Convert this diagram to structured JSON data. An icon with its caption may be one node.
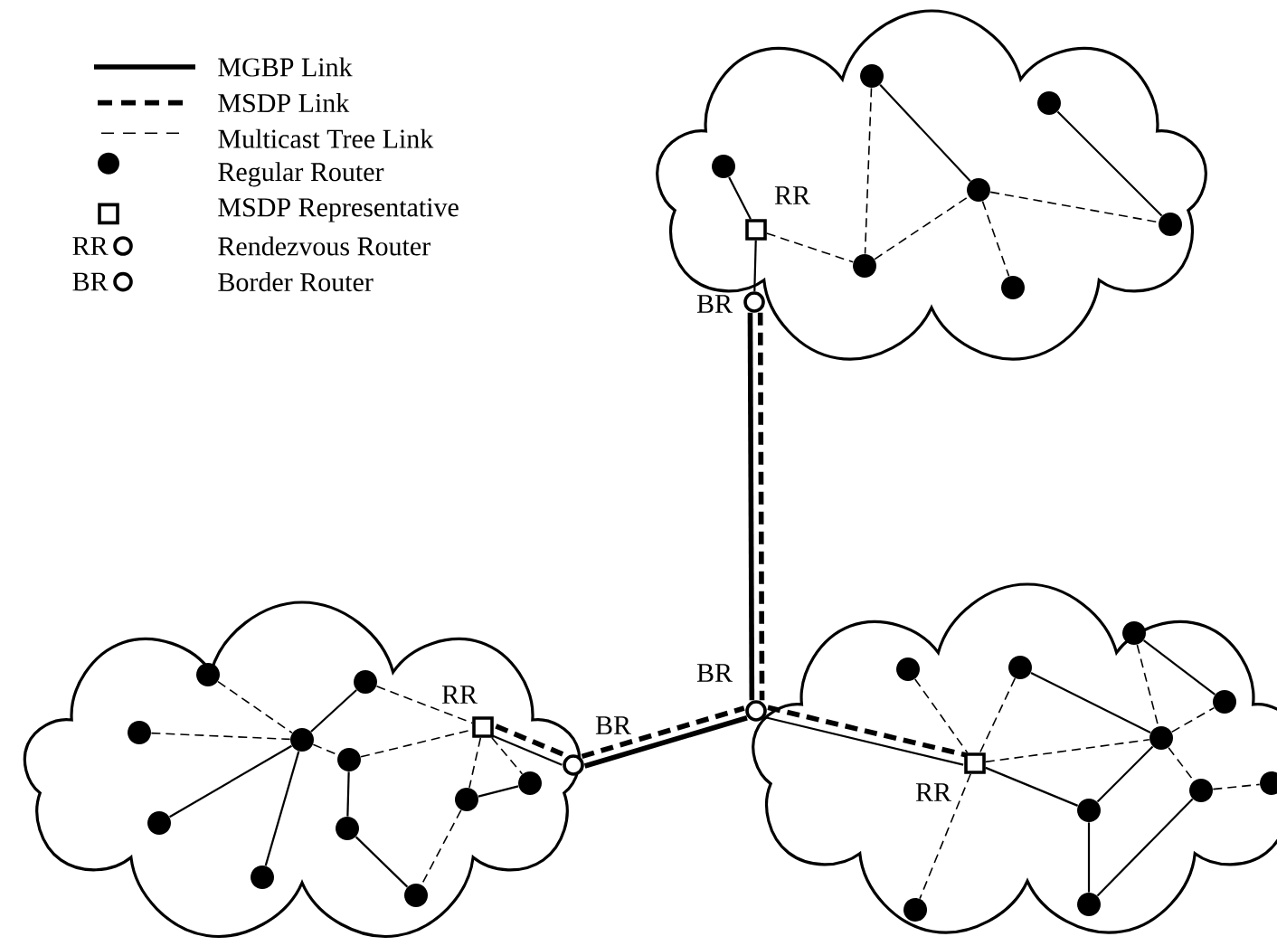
{
  "diagram": {
    "nodes": [
      {
        "text": [],
        "shape": "cloud"
      },
      {
        "text": [],
        "shape": "circle",
        "in": 0
      },
      {
        "text": [],
        "shape": "box",
        "in": 0,
        "beside": [
          "RR"
        ]
      },
      {
        "text": [],
        "shape": "circle",
        "in": 0
      },
      {
        "text": [],
        "shape": "circle",
        "in": 0
      },
      {
        "text": [],
        "shape": "circle",
        "in": 0
      },
      {
        "text": [],
        "shape": "circle",
        "in": 0
      },
      {
        "text": [],
        "shape": "circle",
        "in": 0
      },
      {
        "text": [],
        "shape": "circle",
        "in": 0
      },
      {
        "text": [],
        "shape": "ring",
        "beside": [
          "BR"
        ]
      },
      {
        "text": [],
        "shape": "cloud"
      },
      {
        "text": [],
        "shape": "circle",
        "in": 10
      },
      {
        "text": [],
        "shape": "circle",
        "in": 10
      },
      {
        "text": [],
        "shape": "circle",
        "in": 10
      },
      {
        "text": [],
        "shape": "circle",
        "in": 10
      },
      {
        "text": [],
        "shape": "box",
        "in": 10,
        "beside": [
          "RR"
        ]
      },
      {
        "text": [],
        "shape": "circle",
        "in": 10
      },
      {
        "text": [],
        "shape": "circle",
        "in": 10
      },
      {
        "text": [],
        "shape": "circle",
        "in": 10
      },
      {
        "text": [],
        "shape": "circle",
        "in": 10
      },
      {
        "text": [],
        "shape": "circle",
        "in": 10
      },
      {
        "text": [],
        "shape": "circle",
        "in": 10
      },
      {
        "text": [],
        "shape": "circle",
        "in": 10
      },
      {
        "text": [],
        "shape": "ring",
        "beside": [
          "BR"
        ]
      },
      {
        "text": [],
        "shape": "ring",
        "beside": [
          "BR"
        ]
      },
      {
        "text": [],
        "shape": "cloud"
      },
      {
        "text": [],
        "shape": "circle",
        "in": 25
      },
      {
        "text": [],
        "shape": "circle",
        "in": 25
      },
      {
        "text": [],
        "shape": "circle",
        "in": 25
      },
      {
        "text": [],
        "shape": "circle",
        "in": 25
      },
      {
        "text": [],
        "shape": "circle",
        "in": 25
      },
      {
        "text": [],
        "shape": "box",
        "in": 25,
        "beside": [
          "RR"
        ]
      },
      {
        "text": [],
        "shape": "circle",
        "in": 25
      },
      {
        "text": [],
        "shape": "circle",
        "in": 25
      },
      {
        "text": [],
        "shape": "circle",
        "in": 25
      },
      {
        "text": [],
        "shape": "circle",
        "in": 25
      },
      {
        "text": [],
        "shape": "circle",
        "in": 25
      }
    ],
    "edges": [
      {
        "from": 1,
        "to": 2,
        "arrow": "none"
      },
      {
        "from": 2,
        "to": 9,
        "arrow": "none"
      },
      {
        "from": 2,
        "to": 6,
        "arrow": "none",
        "style": "dashed"
      },
      {
        "from": 3,
        "to": 6,
        "arrow": "none",
        "style": "dashed"
      },
      {
        "from": 3,
        "to": 5,
        "arrow": "none"
      },
      {
        "from": 6,
        "to": 5,
        "arrow": "none",
        "style": "dashed"
      },
      {
        "from": 5,
        "to": 7,
        "arrow": "none",
        "style": "dashed"
      },
      {
        "from": 5,
        "to": 8,
        "arrow": "none",
        "style": "dashed"
      },
      {
        "from": 4,
        "to": 8,
        "arrow": "none"
      },
      {
        "from": 9,
        "to": 24,
        "arrow": "none",
        "style": "thick"
      },
      {
        "from": 9,
        "to": 24,
        "arrow": "none",
        "style": "dashed"
      },
      {
        "from": 23,
        "to": 24,
        "arrow": "none",
        "style": "thick"
      },
      {
        "from": 23,
        "to": 24,
        "arrow": "none",
        "style": "dashed"
      },
      {
        "from": 11,
        "to": 14,
        "arrow": "none",
        "style": "dashed"
      },
      {
        "from": 13,
        "to": 14,
        "arrow": "none",
        "style": "dashed"
      },
      {
        "from": 14,
        "to": 12,
        "arrow": "none"
      },
      {
        "from": 14,
        "to": 19,
        "arrow": "none"
      },
      {
        "from": 14,
        "to": 21,
        "arrow": "none"
      },
      {
        "from": 14,
        "to": 16,
        "arrow": "none",
        "style": "dashed"
      },
      {
        "from": 12,
        "to": 15,
        "arrow": "none",
        "style": "dashed"
      },
      {
        "from": 16,
        "to": 15,
        "arrow": "none",
        "style": "dashed"
      },
      {
        "from": 16,
        "to": 20,
        "arrow": "none"
      },
      {
        "from": 20,
        "to": 22,
        "arrow": "none"
      },
      {
        "from": 15,
        "to": 18,
        "arrow": "none",
        "style": "dashed"
      },
      {
        "from": 18,
        "to": 22,
        "arrow": "none",
        "style": "dashed"
      },
      {
        "from": 15,
        "to": 17,
        "arrow": "none",
        "style": "dashed"
      },
      {
        "from": 18,
        "to": 17,
        "arrow": "none"
      },
      {
        "from": 15,
        "to": 23,
        "arrow": "none"
      },
      {
        "from": 15,
        "to": 23,
        "arrow": "none",
        "style": "dashed"
      },
      {
        "from": 24,
        "to": 31,
        "arrow": "none"
      },
      {
        "from": 24,
        "to": 31,
        "arrow": "none",
        "style": "dashed"
      },
      {
        "from": 28,
        "to": 31,
        "arrow": "none",
        "style": "dashed"
      },
      {
        "from": 27,
        "to": 31,
        "arrow": "none",
        "style": "dashed"
      },
      {
        "from": 31,
        "to": 30,
        "arrow": "none",
        "style": "dashed"
      },
      {
        "from": 31,
        "to": 34,
        "arrow": "none"
      },
      {
        "from": 31,
        "to": 36,
        "arrow": "none",
        "style": "dashed"
      },
      {
        "from": 27,
        "to": 30,
        "arrow": "none"
      },
      {
        "from": 26,
        "to": 29,
        "arrow": "none"
      },
      {
        "from": 26,
        "to": 30,
        "arrow": "none",
        "style": "dashed"
      },
      {
        "from": 30,
        "to": 29,
        "arrow": "none",
        "style": "dashed"
      },
      {
        "from": 30,
        "to": 34,
        "arrow": "none"
      },
      {
        "from": 30,
        "to": 33,
        "arrow": "none",
        "style": "dashed"
      },
      {
        "from": 34,
        "to": 35,
        "arrow": "none"
      },
      {
        "from": 35,
        "to": 33,
        "arrow": "none"
      },
      {
        "from": 33,
        "to": 32,
        "arrow": "none",
        "style": "dashed"
      }
    ],
    "labels": [
      "RR",
      "BR"
    ],
    "legend": [
      {
        "text": "MGBP Link"
      },
      {
        "text": "MSDP Link"
      },
      {
        "text": "Multicast Tree Link"
      },
      {
        "text": "Regular Router"
      },
      {
        "text": "MSDP Representative"
      },
      {
        "text": "Rendezvous Router"
      },
      {
        "text": "Border Router"
      }
    ]
  }
}
